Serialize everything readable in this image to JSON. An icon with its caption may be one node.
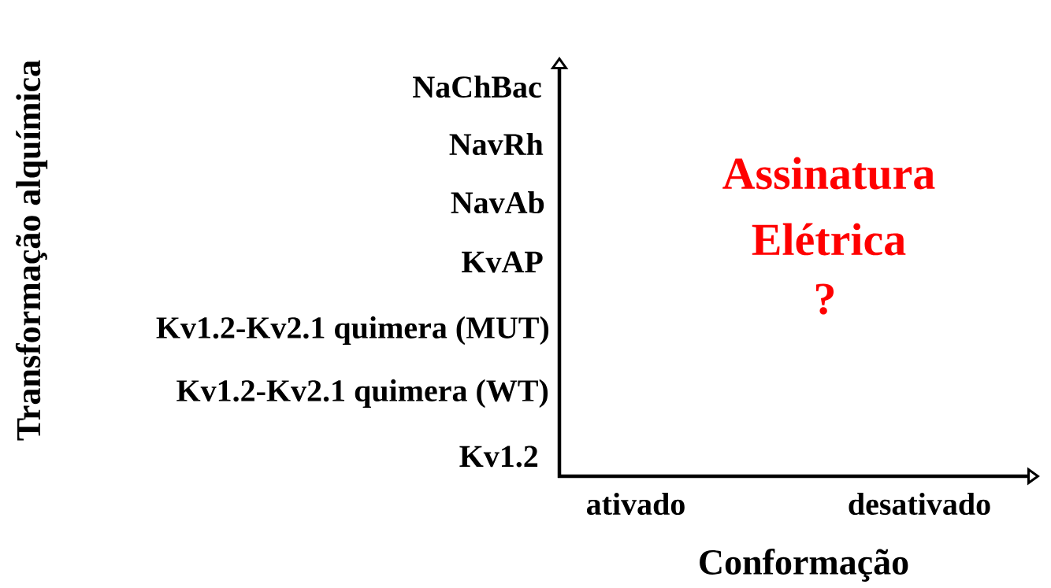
{
  "diagram": {
    "labels": [
      "Transformação alquímica",
      "NaChBac",
      "NavRh",
      "NavAb",
      "KvAP",
      "Kv1.2-Kv2.1 quimera (MUT)",
      "Kv1.2-Kv2.1 quimera (WT)",
      "Kv1.2",
      "Assinatura Elétrica",
      "?",
      "ativado",
      "desativado",
      "Conformação"
    ]
  }
}
